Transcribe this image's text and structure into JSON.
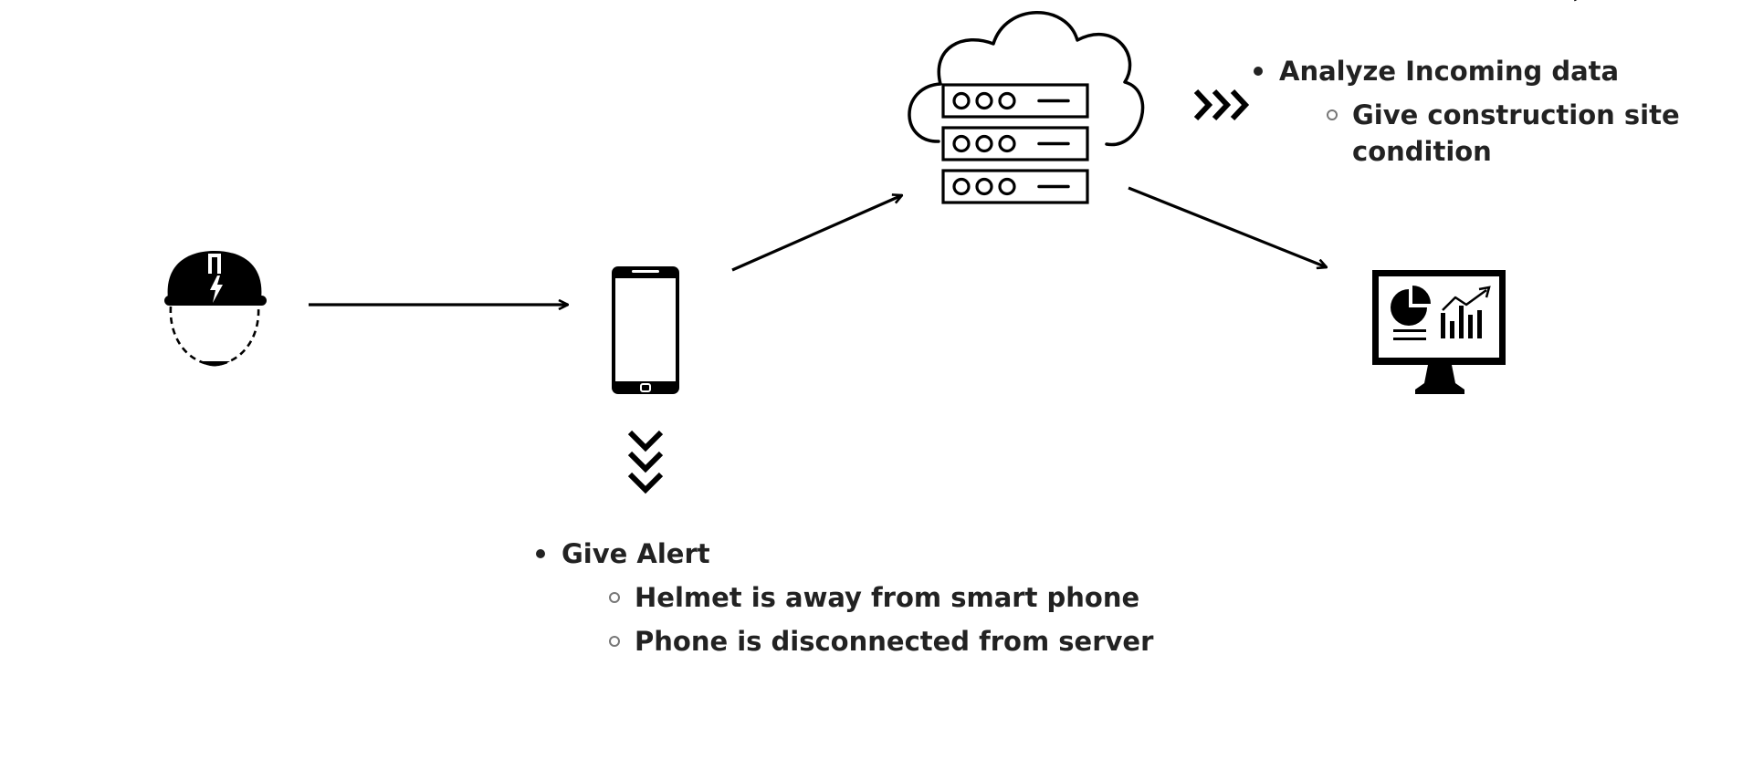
{
  "nodes": {
    "helmet": {
      "icon": "smart-helmet-icon"
    },
    "phone": {
      "icon": "smartphone-icon"
    },
    "server": {
      "icon": "cloud-server-icon"
    },
    "dashboard": {
      "icon": "monitor-dashboard-icon"
    }
  },
  "connections": [
    {
      "from": "helmet",
      "to": "phone"
    },
    {
      "from": "phone",
      "to": "server"
    },
    {
      "from": "server",
      "to": "dashboard"
    }
  ],
  "server_note": {
    "bullet": "Analyze Incoming data",
    "sub_bullets": [
      "Give construction site condition"
    ]
  },
  "phone_note": {
    "bullet": "Give Alert",
    "sub_bullets": [
      "Helmet is away from smart phone",
      "Phone is disconnected from server"
    ]
  },
  "colors": {
    "ink": "#000000",
    "text": "#222222",
    "background": "#ffffff"
  }
}
